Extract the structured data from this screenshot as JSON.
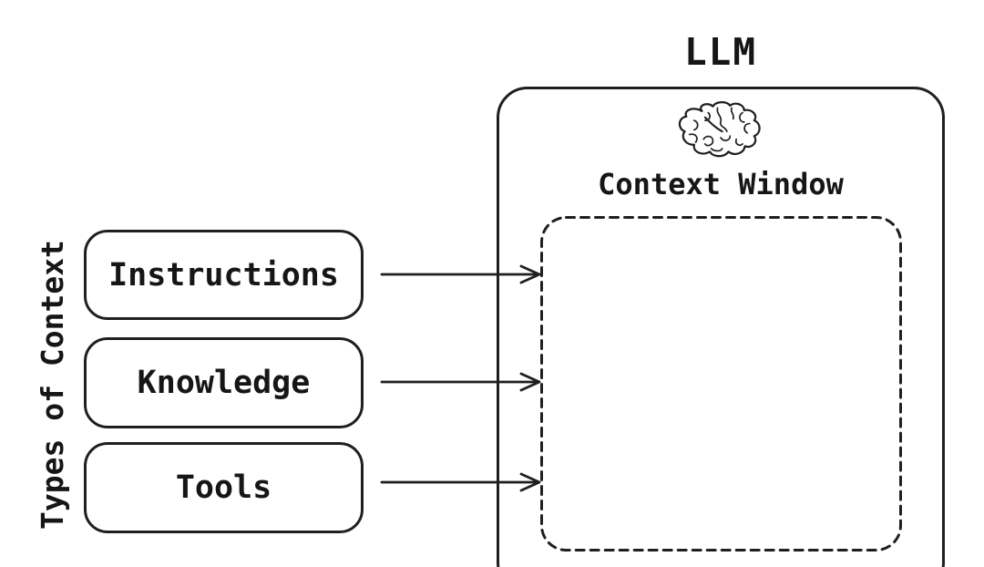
{
  "colors": {
    "background": "#ffffff",
    "stroke": "#1f1f1f",
    "text": "#161616"
  },
  "diagram": {
    "side_label": "Types of Context",
    "nodes": [
      {
        "id": "instructions",
        "label": "Instructions"
      },
      {
        "id": "knowledge",
        "label": "Knowledge"
      },
      {
        "id": "tools",
        "label": "Tools"
      }
    ],
    "arrows": [
      {
        "from": "instructions",
        "to": "context-window"
      },
      {
        "from": "knowledge",
        "to": "context-window"
      },
      {
        "from": "tools",
        "to": "context-window"
      }
    ],
    "llm": {
      "title": "LLM",
      "icon": "brain-icon",
      "context_window_label": "Context Window"
    }
  }
}
